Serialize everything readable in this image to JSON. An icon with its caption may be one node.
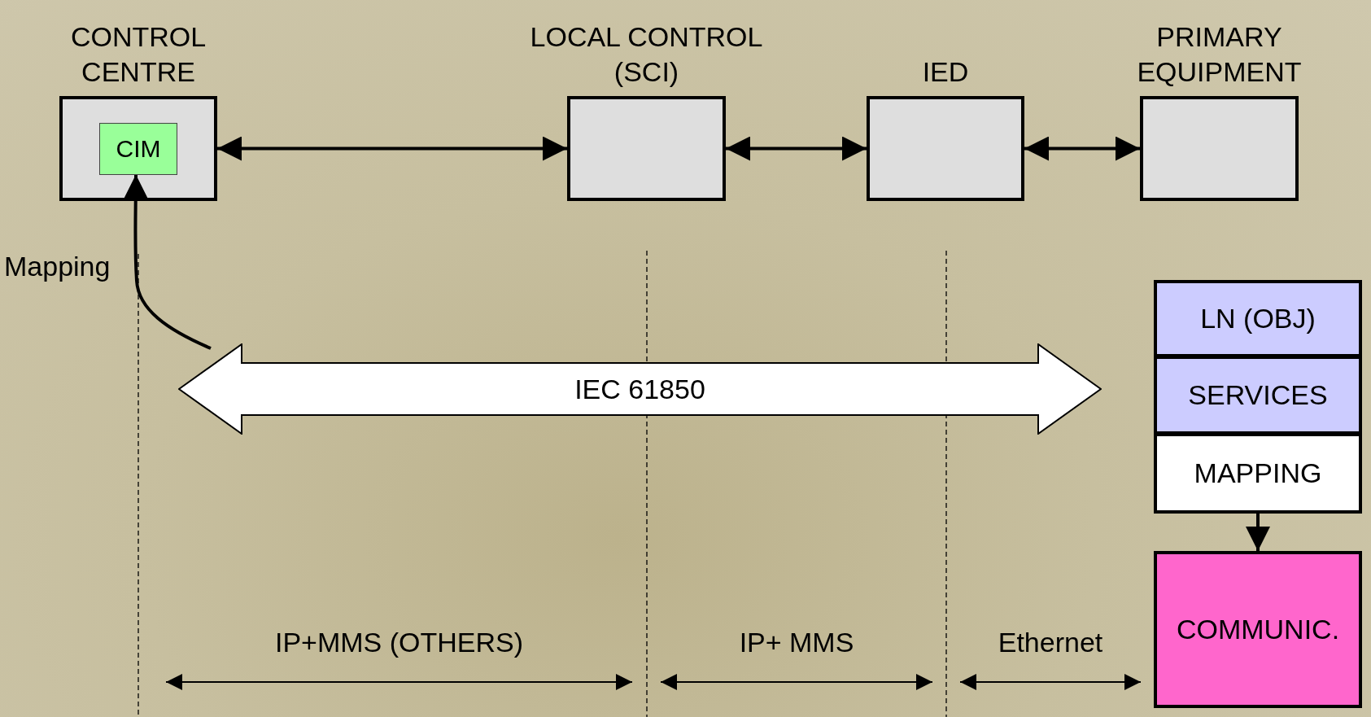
{
  "diagram": {
    "nodes": [
      {
        "text": [
          "CONTROL CENTRE"
        ]
      },
      {
        "text": [
          "CIM"
        ],
        "in": 0
      },
      {
        "text": [
          "LOCAL CONTROL (SCI)"
        ]
      },
      {
        "text": [
          "IED"
        ]
      },
      {
        "text": [
          "PRIMARY EQUIPMENT"
        ]
      },
      {
        "text": [
          "IEC 61850"
        ]
      },
      {
        "text": [
          "LN (OBJ)"
        ]
      },
      {
        "text": [
          "SERVICES"
        ]
      },
      {
        "text": [
          "MAPPING"
        ]
      },
      {
        "text": [
          "COMMUNIC."
        ]
      }
    ],
    "edges": [
      {
        "from": 0,
        "to": 2,
        "arrow": "both"
      },
      {
        "from": 2,
        "to": 3,
        "arrow": "both"
      },
      {
        "from": 3,
        "to": 4,
        "arrow": "both"
      },
      {
        "from": 5,
        "to": 1,
        "arrow": "to",
        "label": "Mapping"
      },
      {
        "from": 8,
        "to": 9,
        "arrow": "to"
      }
    ],
    "labels": [
      "IP+MMS (OTHERS)",
      "IP+ MMS",
      "Ethernet"
    ]
  }
}
